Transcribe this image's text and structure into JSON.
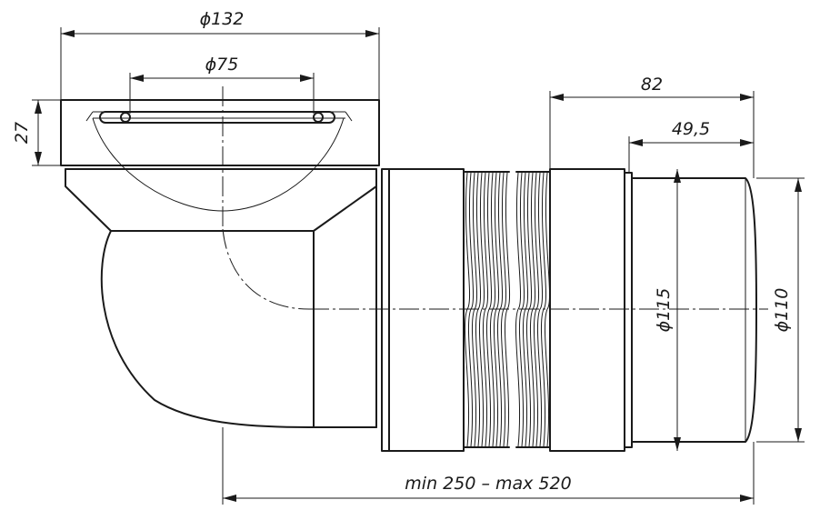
{
  "dimensions": {
    "flange_diameter": "ϕ132",
    "inner_diameter": "ϕ75",
    "flange_height": "27",
    "right_length": "82",
    "end_length": "49,5",
    "outer_diameter": "ϕ115",
    "outlet_diameter": "ϕ110",
    "total_length": "min 250 – max 520"
  }
}
